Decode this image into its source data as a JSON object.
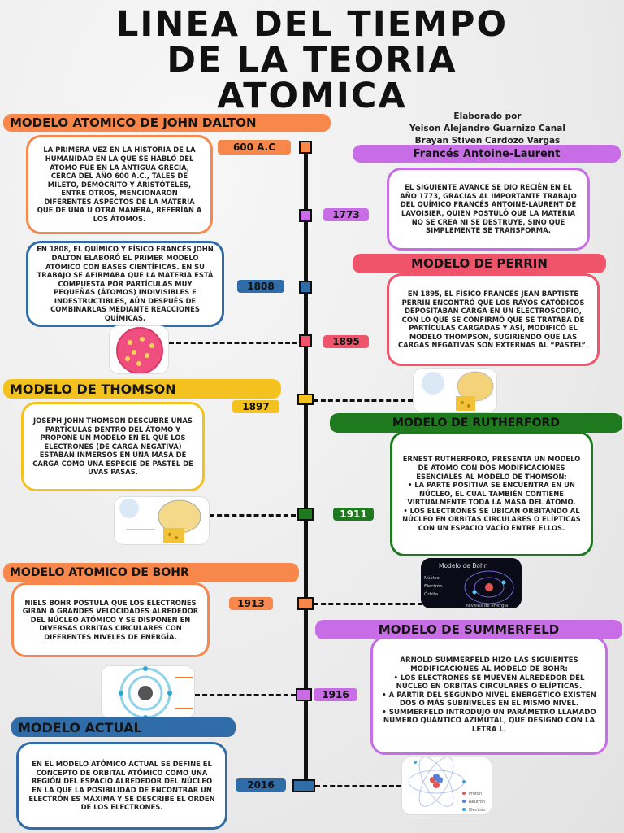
{
  "title": [
    "LINEA DEL TIEMPO",
    "DE LA TEORIA",
    "ATOMICA"
  ],
  "authors": {
    "line1": "Elaborado por",
    "line2": "Yeison Alejandro Guarnizo Canal",
    "line3": "Brayan Stiven Cardozo Vargas"
  },
  "colors": {
    "orange": "#f7874a",
    "purple": "#c86de6",
    "blue": "#2f6ca8",
    "red": "#f0546a",
    "yellow": "#f4c21f",
    "green": "#1f7a1f"
  },
  "headers": {
    "dalton": "MODELO ATOMICO DE JOHN DALTON",
    "antoine": "Francés Antoine-Laurent",
    "perrin": "MODELO DE PERRIN",
    "thomson": "MODELO DE THOMSON",
    "rutherford": "MODELO DE RUTHERFORD",
    "bohr": "MODELO ATOMICO DE BOHR",
    "summerfeld": "MODELO DE SUMMERFELD",
    "actual": "MODELO ACTUAL"
  },
  "texts": {
    "t600": "La primera vez en la historia de la humanidad en la que se habló del átomo fue en la antigua Grecia, cerca del año 600 a.C., Tales de Mileto, Demócrito y Aristóteles, entre otros, mencionaron diferentes aspectos de la materia que de una u otra manera, referían a los átomos.",
    "t1773": "El siguiente avance se dio recién en el año 1773, gracias al importante trabajo del químico francés Antoine-Laurent de Lavoisier, quien postuló que la materia no se crea ni se destruye, sino que simplemente se transforma.",
    "t1808": "En 1808, el químico y físico francés John Dalton elaboró el primer modelo atómico con bases científicas. En su trabajo se afirmaba que la materia está compuesta por partículas muy pequeñas (átomos) indivisibles e indestructibles, aún después de combinarlas mediante reacciones químicas.",
    "t1895": "En 1895, el físico francés Jean Baptiste Perrin encontró que los rayos catódicos depositaban carga en un electroscopio, con lo que se confirmó que se trataba de partículas cargadas y así, modificó el modelo Thompson, sugiriendo que las cargas negativas son externas al “pastel”.",
    "t1897": "Joseph John Thomson descubre unas partículas dentro del átomo y propone un modelo en el que los electrones (de carga negativa) estaban inmersos en una masa de carga como una especie de pastel de uvas pasas.",
    "t1911": "Ernest Rutherford, presenta un modelo de átomo con dos modificaciones esenciales al modelo de Thomson:\n• La parte positiva se encuentra en un núcleo, el cual también contiene virtualmente toda la masa del átomo.\n• Los electrones se ubican orbitando al núcleo en orbitas circulares o elípticas con un espacio vacío entre ellos.",
    "t1913": "Niels Bohr postula que los electrones giran a grandes velocidades alrededor del núcleo atómico y se disponen en diversas orbitas circulares con diferentes niveles de energía.",
    "t1916": "Arnold Summerfeld hizo las siguientes modificaciones al modelo de Bohr:\n• Los electrones se mueven alrededor del núcleo en orbitas circulares o elípticas.\n• A partir del segundo nivel energético existen dos o más subniveles en el mismo nivel.\n• Summerfeld introdujo un parámetro llamado numero quántico azimutal, que designo con la letra l.",
    "t2016": "En el modelo atómico actual se define el concepto de orbital atómico como una región del espacio alrededor del núcleo en la que la posibilidad de encontrar un electrón es máxima y se describe el orden de los electrones."
  },
  "years": {
    "y600": "600 A.C",
    "y1773": "1773",
    "y1808": "1808",
    "y1895": "1895",
    "y1897": "1897",
    "y1911": "1911",
    "y1913": "1913",
    "y1916": "1916",
    "y2016": "2016"
  },
  "bohr_image": {
    "title": "Modelo de Bohr",
    "nucleo": "Núcleo",
    "electron": "Electrón",
    "orbita": "Órbita",
    "niveles": "Niveles de energía"
  },
  "actual_image": {
    "legend": [
      "Protón",
      "Neutrón",
      "Electrón"
    ]
  }
}
